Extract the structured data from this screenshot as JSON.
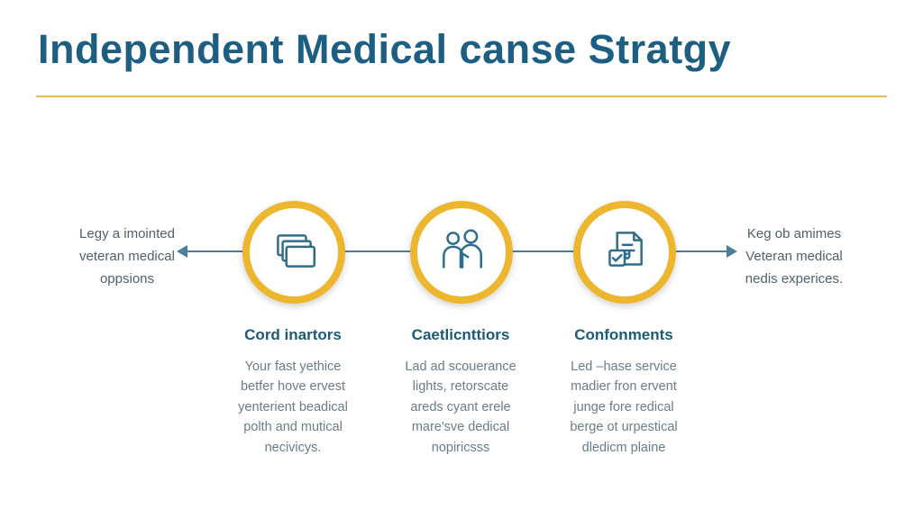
{
  "title": "Independent Medical canse Stratgy",
  "colors": {
    "title_teal": "#1d5f82",
    "gold_accent": "#e3ae35",
    "ring_gold": "#edb62f",
    "flow_line": "#4d7f9a",
    "heading_teal": "#1d5a74",
    "body_grey": "#6b7c88"
  },
  "flow": {
    "left_label": "Legy a imointed\nveteran medical\noppsions",
    "right_label": "Keg ob amimes\nVeteran medical\nnedis experices.",
    "steps": [
      {
        "icon": "cards-icon",
        "heading": "Cord inartors",
        "body": "Your fast yethice\nbetfer hove ervest\nyenterient beadical\npolth and mutical\nnecivicys."
      },
      {
        "icon": "people-icon",
        "heading": "Caetlicnttiors",
        "body": "Lad ad scouerance\nlights, retorscate\nareds cyant erele\nmare'sve dedical\nnopiricsss"
      },
      {
        "icon": "documents-icon",
        "heading": "Confonments",
        "body": "Led –hase service\nmadier fron ervent\njunge fore redical\nberge ot urpestical\ndledicm plaine"
      }
    ]
  }
}
